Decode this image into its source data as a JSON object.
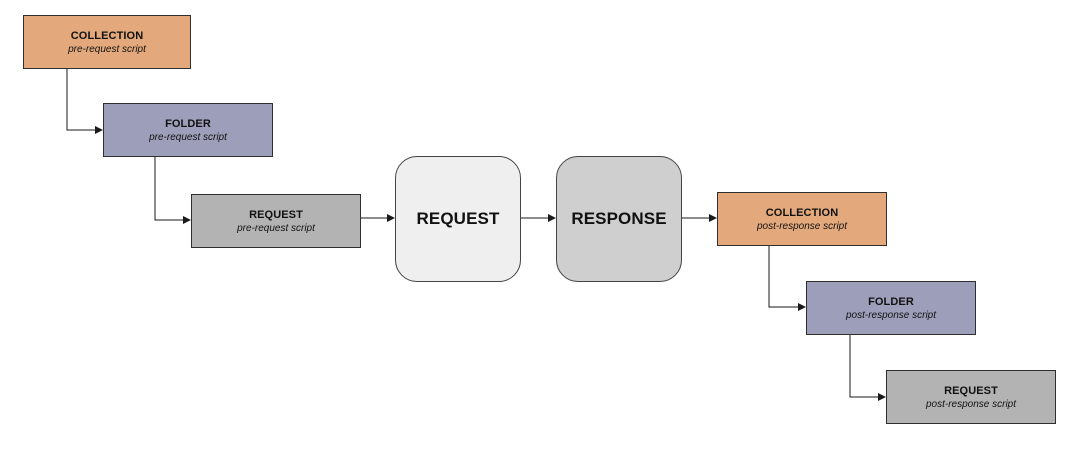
{
  "colors": {
    "collection_fill": "#E3A97C",
    "folder_fill": "#9D9EB9",
    "request_fill": "#B3B3B3",
    "request_big_fill": "#EFEFEF",
    "response_big_fill": "#CFCFCF",
    "connector": "#1a1a1a"
  },
  "nodes": {
    "collection_pre": {
      "title": "COLLECTION",
      "subtitle": "pre-request script"
    },
    "folder_pre": {
      "title": "FOLDER",
      "subtitle": "pre-request script"
    },
    "request_pre": {
      "title": "REQUEST",
      "subtitle": "pre-request script"
    },
    "request_main": {
      "title": "REQUEST"
    },
    "response_main": {
      "title": "RESPONSE"
    },
    "collection_post": {
      "title": "COLLECTION",
      "subtitle": "post-response script"
    },
    "folder_post": {
      "title": "FOLDER",
      "subtitle": "post-response script"
    },
    "request_post": {
      "title": "REQUEST",
      "subtitle": "post-response script"
    }
  },
  "edges": [
    {
      "from": "collection_pre",
      "to": "folder_pre"
    },
    {
      "from": "folder_pre",
      "to": "request_pre"
    },
    {
      "from": "request_pre",
      "to": "request_main"
    },
    {
      "from": "request_main",
      "to": "response_main"
    },
    {
      "from": "response_main",
      "to": "collection_post"
    },
    {
      "from": "collection_post",
      "to": "folder_post"
    },
    {
      "from": "folder_post",
      "to": "request_post"
    }
  ]
}
